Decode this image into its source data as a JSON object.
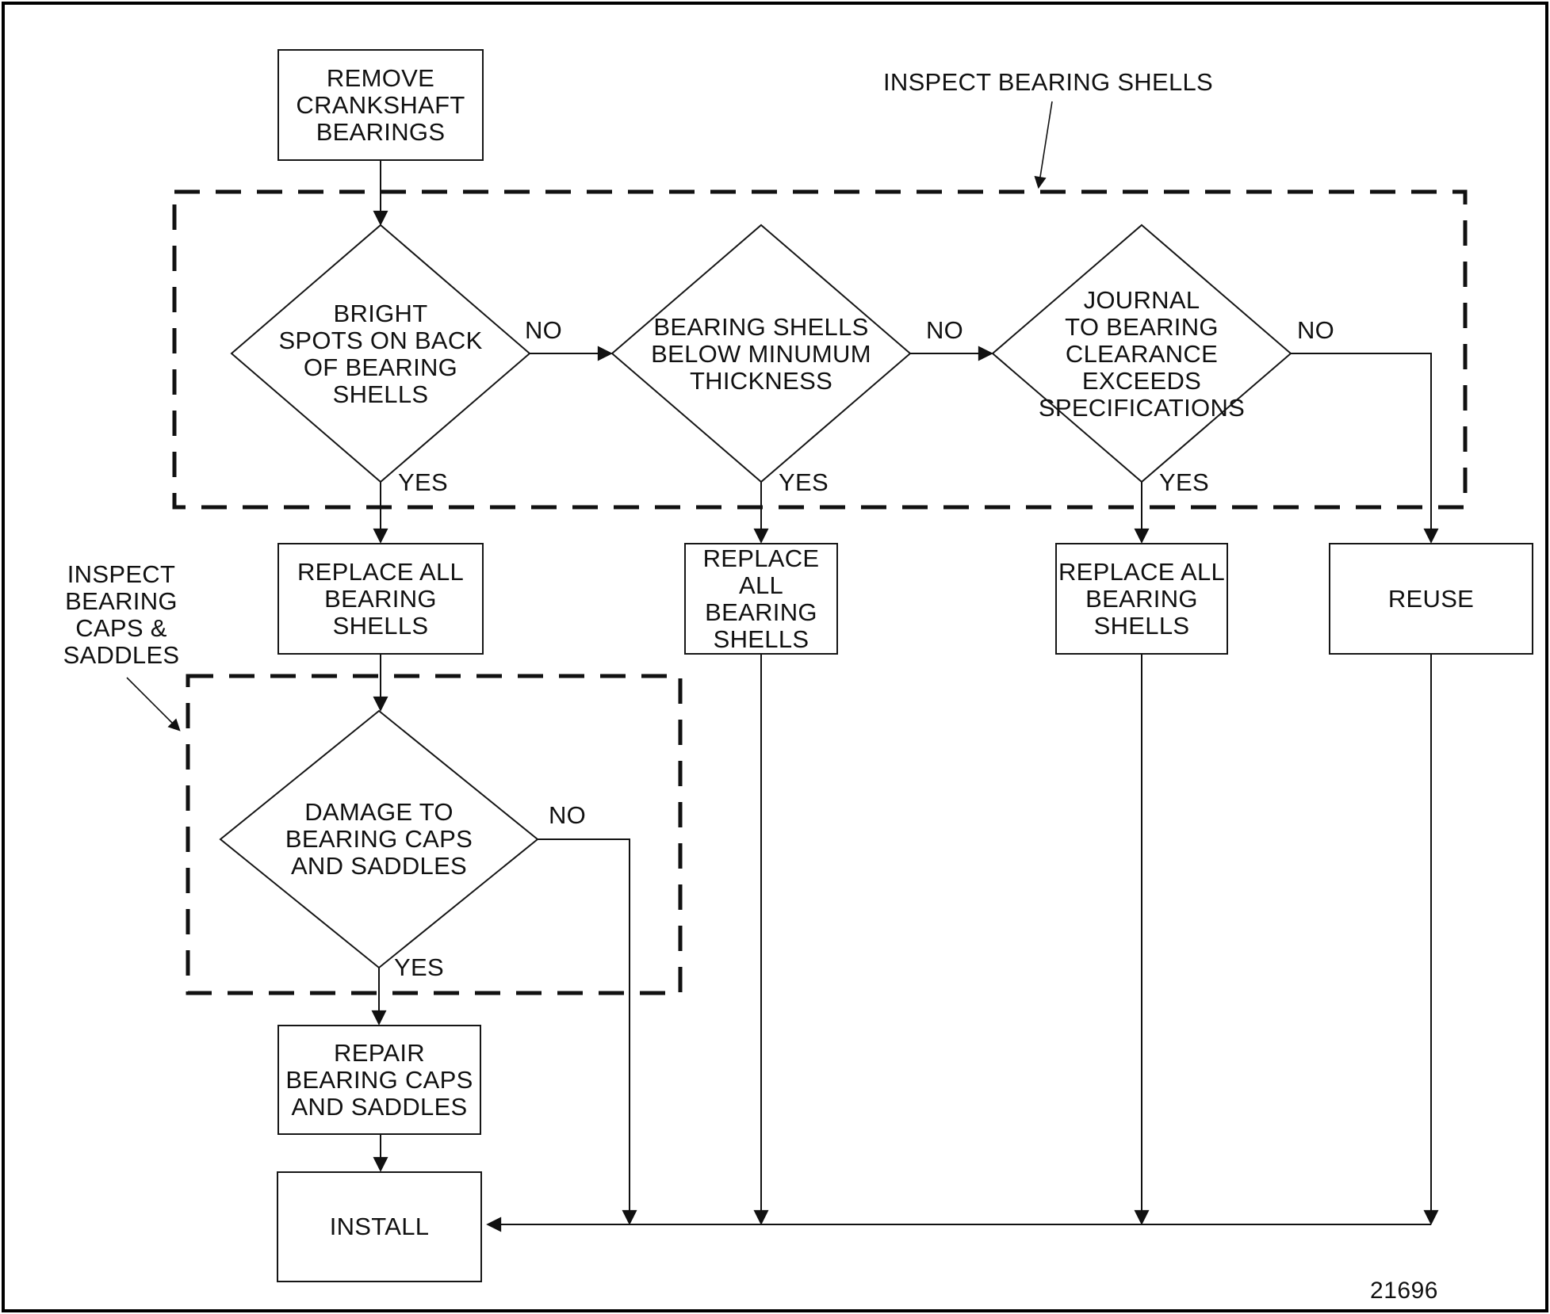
{
  "page": {
    "figure_number": "21696",
    "background": "#ffffff",
    "ink": "#111111"
  },
  "regions": [
    {
      "label": "INSPECT BEARING SHELLS"
    },
    {
      "label": "INSPECT\nBEARING\nCAPS &\nSADDLES"
    }
  ],
  "nodes": {
    "remove": {
      "type": "process",
      "label": "REMOVE\nCRANKSHAFT\nBEARINGS"
    },
    "bright_spots": {
      "type": "decision",
      "label": "BRIGHT\nSPOTS ON BACK\nOF BEARING\nSHELLS"
    },
    "below_thickness": {
      "type": "decision",
      "label": "BEARING SHELLS\nBELOW MINUMUM\nTHICKNESS"
    },
    "clearance": {
      "type": "decision",
      "label": "JOURNAL\nTO BEARING\nCLEARANCE\nEXCEEDS\nSPECIFICATIONS"
    },
    "replace_1": {
      "type": "process",
      "label": "REPLACE ALL\nBEARING\nSHELLS"
    },
    "replace_2": {
      "type": "process",
      "label": "REPLACE ALL\nBEARING\nSHELLS"
    },
    "replace_3": {
      "type": "process",
      "label": "REPLACE ALL\nBEARING\nSHELLS"
    },
    "reuse": {
      "type": "process",
      "label": "REUSE"
    },
    "damage": {
      "type": "decision",
      "label": "DAMAGE TO\nBEARING CAPS\nAND SADDLES"
    },
    "repair": {
      "type": "process",
      "label": "REPAIR\nBEARING CAPS\nAND SADDLES"
    },
    "install": {
      "type": "process",
      "label": "INSTALL"
    }
  },
  "edges": [
    {
      "from": "remove",
      "to": "bright_spots",
      "label": ""
    },
    {
      "from": "bright_spots",
      "to": "below_thickness",
      "label": "NO"
    },
    {
      "from": "below_thickness",
      "to": "clearance",
      "label": "NO"
    },
    {
      "from": "clearance",
      "to": "reuse",
      "label": "NO"
    },
    {
      "from": "bright_spots",
      "to": "replace_1",
      "label": "YES"
    },
    {
      "from": "below_thickness",
      "to": "replace_2",
      "label": "YES"
    },
    {
      "from": "clearance",
      "to": "replace_3",
      "label": "YES"
    },
    {
      "from": "replace_1",
      "to": "damage",
      "label": ""
    },
    {
      "from": "damage",
      "to": "install",
      "label": "NO"
    },
    {
      "from": "damage",
      "to": "repair",
      "label": "YES"
    },
    {
      "from": "repair",
      "to": "install",
      "label": ""
    },
    {
      "from": "replace_2",
      "to": "install",
      "label": ""
    },
    {
      "from": "replace_3",
      "to": "install",
      "label": ""
    },
    {
      "from": "reuse",
      "to": "install",
      "label": ""
    }
  ]
}
